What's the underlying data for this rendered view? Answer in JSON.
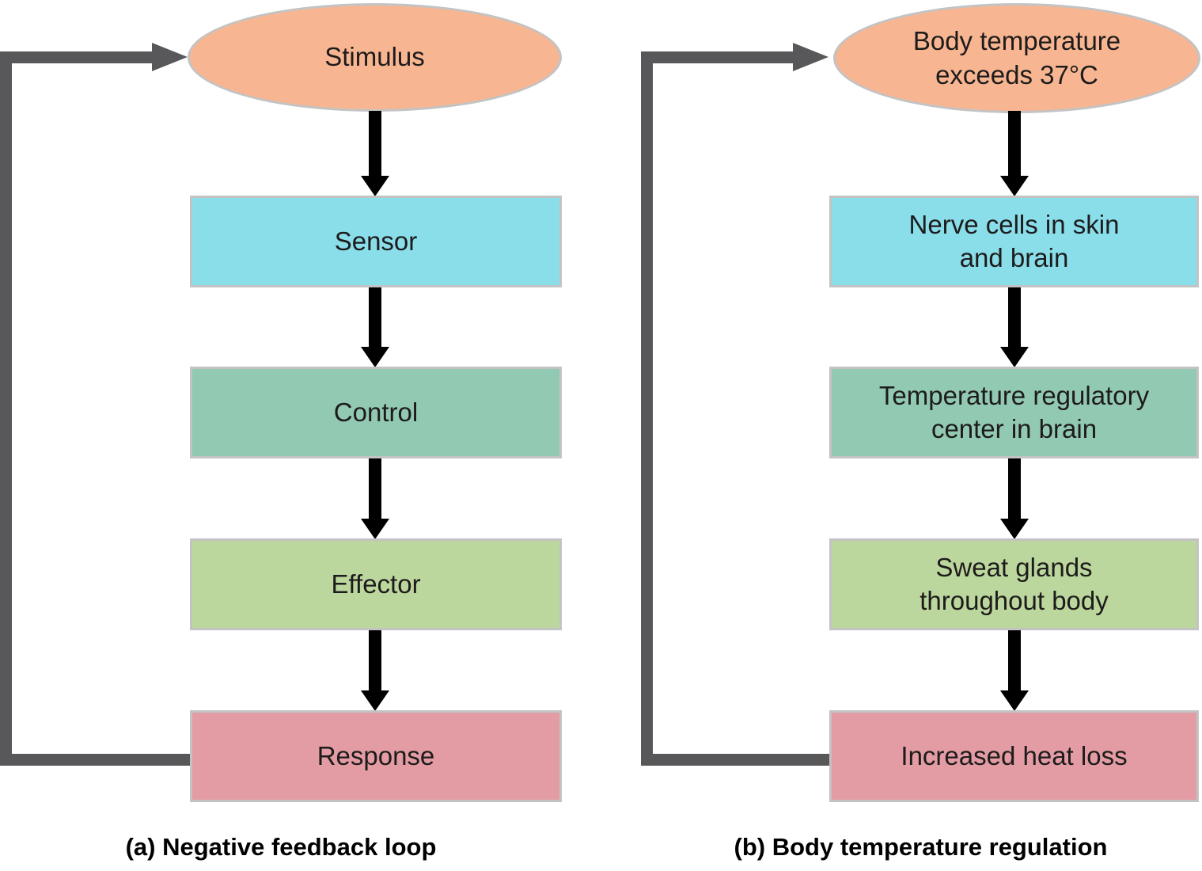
{
  "figure": {
    "colors": {
      "stimulus_fill": "#f7b691",
      "sensor_fill": "#89dee9",
      "control_fill": "#92c9b2",
      "effector_fill": "#bcd79d",
      "response_fill": "#e39ca3",
      "node_border": "#c3c3c3",
      "flow_arrow": "#000000",
      "feedback_arrow": "#58585a",
      "text": "#1d1b1b"
    },
    "diagram_a": {
      "caption": "(a) Negative feedback loop",
      "stimulus_label": "Stimulus",
      "steps": [
        {
          "label": "Sensor"
        },
        {
          "label": "Control"
        },
        {
          "label": "Effector"
        },
        {
          "label": "Response"
        }
      ]
    },
    "diagram_b": {
      "caption": "(b) Body temperature regulation",
      "stimulus_label": "Body temperature exceeds 37°C",
      "steps": [
        {
          "label": "Nerve cells in skin and brain"
        },
        {
          "label": "Temperature regulatory center in brain"
        },
        {
          "label": "Sweat glands throughout body"
        },
        {
          "label": "Increased heat loss"
        }
      ]
    }
  }
}
